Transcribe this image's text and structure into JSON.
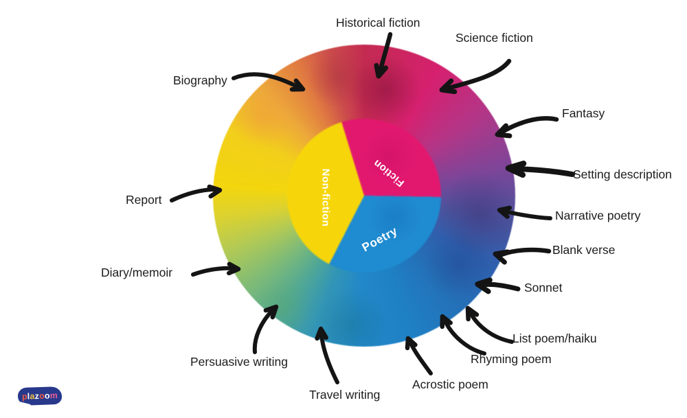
{
  "wheel": {
    "sections": [
      {
        "label": "Fiction",
        "color": "#e2186f"
      },
      {
        "label": "Non-fiction",
        "color": "#f6d60a"
      },
      {
        "label": "Poetry",
        "color": "#1f8bd0"
      }
    ]
  },
  "callouts": [
    {
      "text": "Historical fiction"
    },
    {
      "text": "Science fiction"
    },
    {
      "text": "Fantasy"
    },
    {
      "text": "Setting description"
    },
    {
      "text": "Narrative poetry"
    },
    {
      "text": "Blank verse"
    },
    {
      "text": "Sonnet"
    },
    {
      "text": "List poem/haiku"
    },
    {
      "text": "Rhyming poem"
    },
    {
      "text": "Acrostic poem"
    },
    {
      "text": "Travel writing"
    },
    {
      "text": "Persuasive writing"
    },
    {
      "text": "Diary/memoir"
    },
    {
      "text": "Report"
    },
    {
      "text": "Biography"
    }
  ],
  "arrow_color": "#141414",
  "logo": {
    "text": "plazoom",
    "background": "#28398c",
    "letters": [
      {
        "ch": "p",
        "color": "#ee5a43"
      },
      {
        "ch": "l",
        "color": "#ffffff"
      },
      {
        "ch": "a",
        "color": "#f5c43e"
      },
      {
        "ch": "z",
        "color": "#ffffff"
      },
      {
        "ch": "o",
        "color": "#ee5a43"
      },
      {
        "ch": "o",
        "color": "#ffffff"
      },
      {
        "ch": "m",
        "color": "#e95d9b"
      }
    ]
  }
}
